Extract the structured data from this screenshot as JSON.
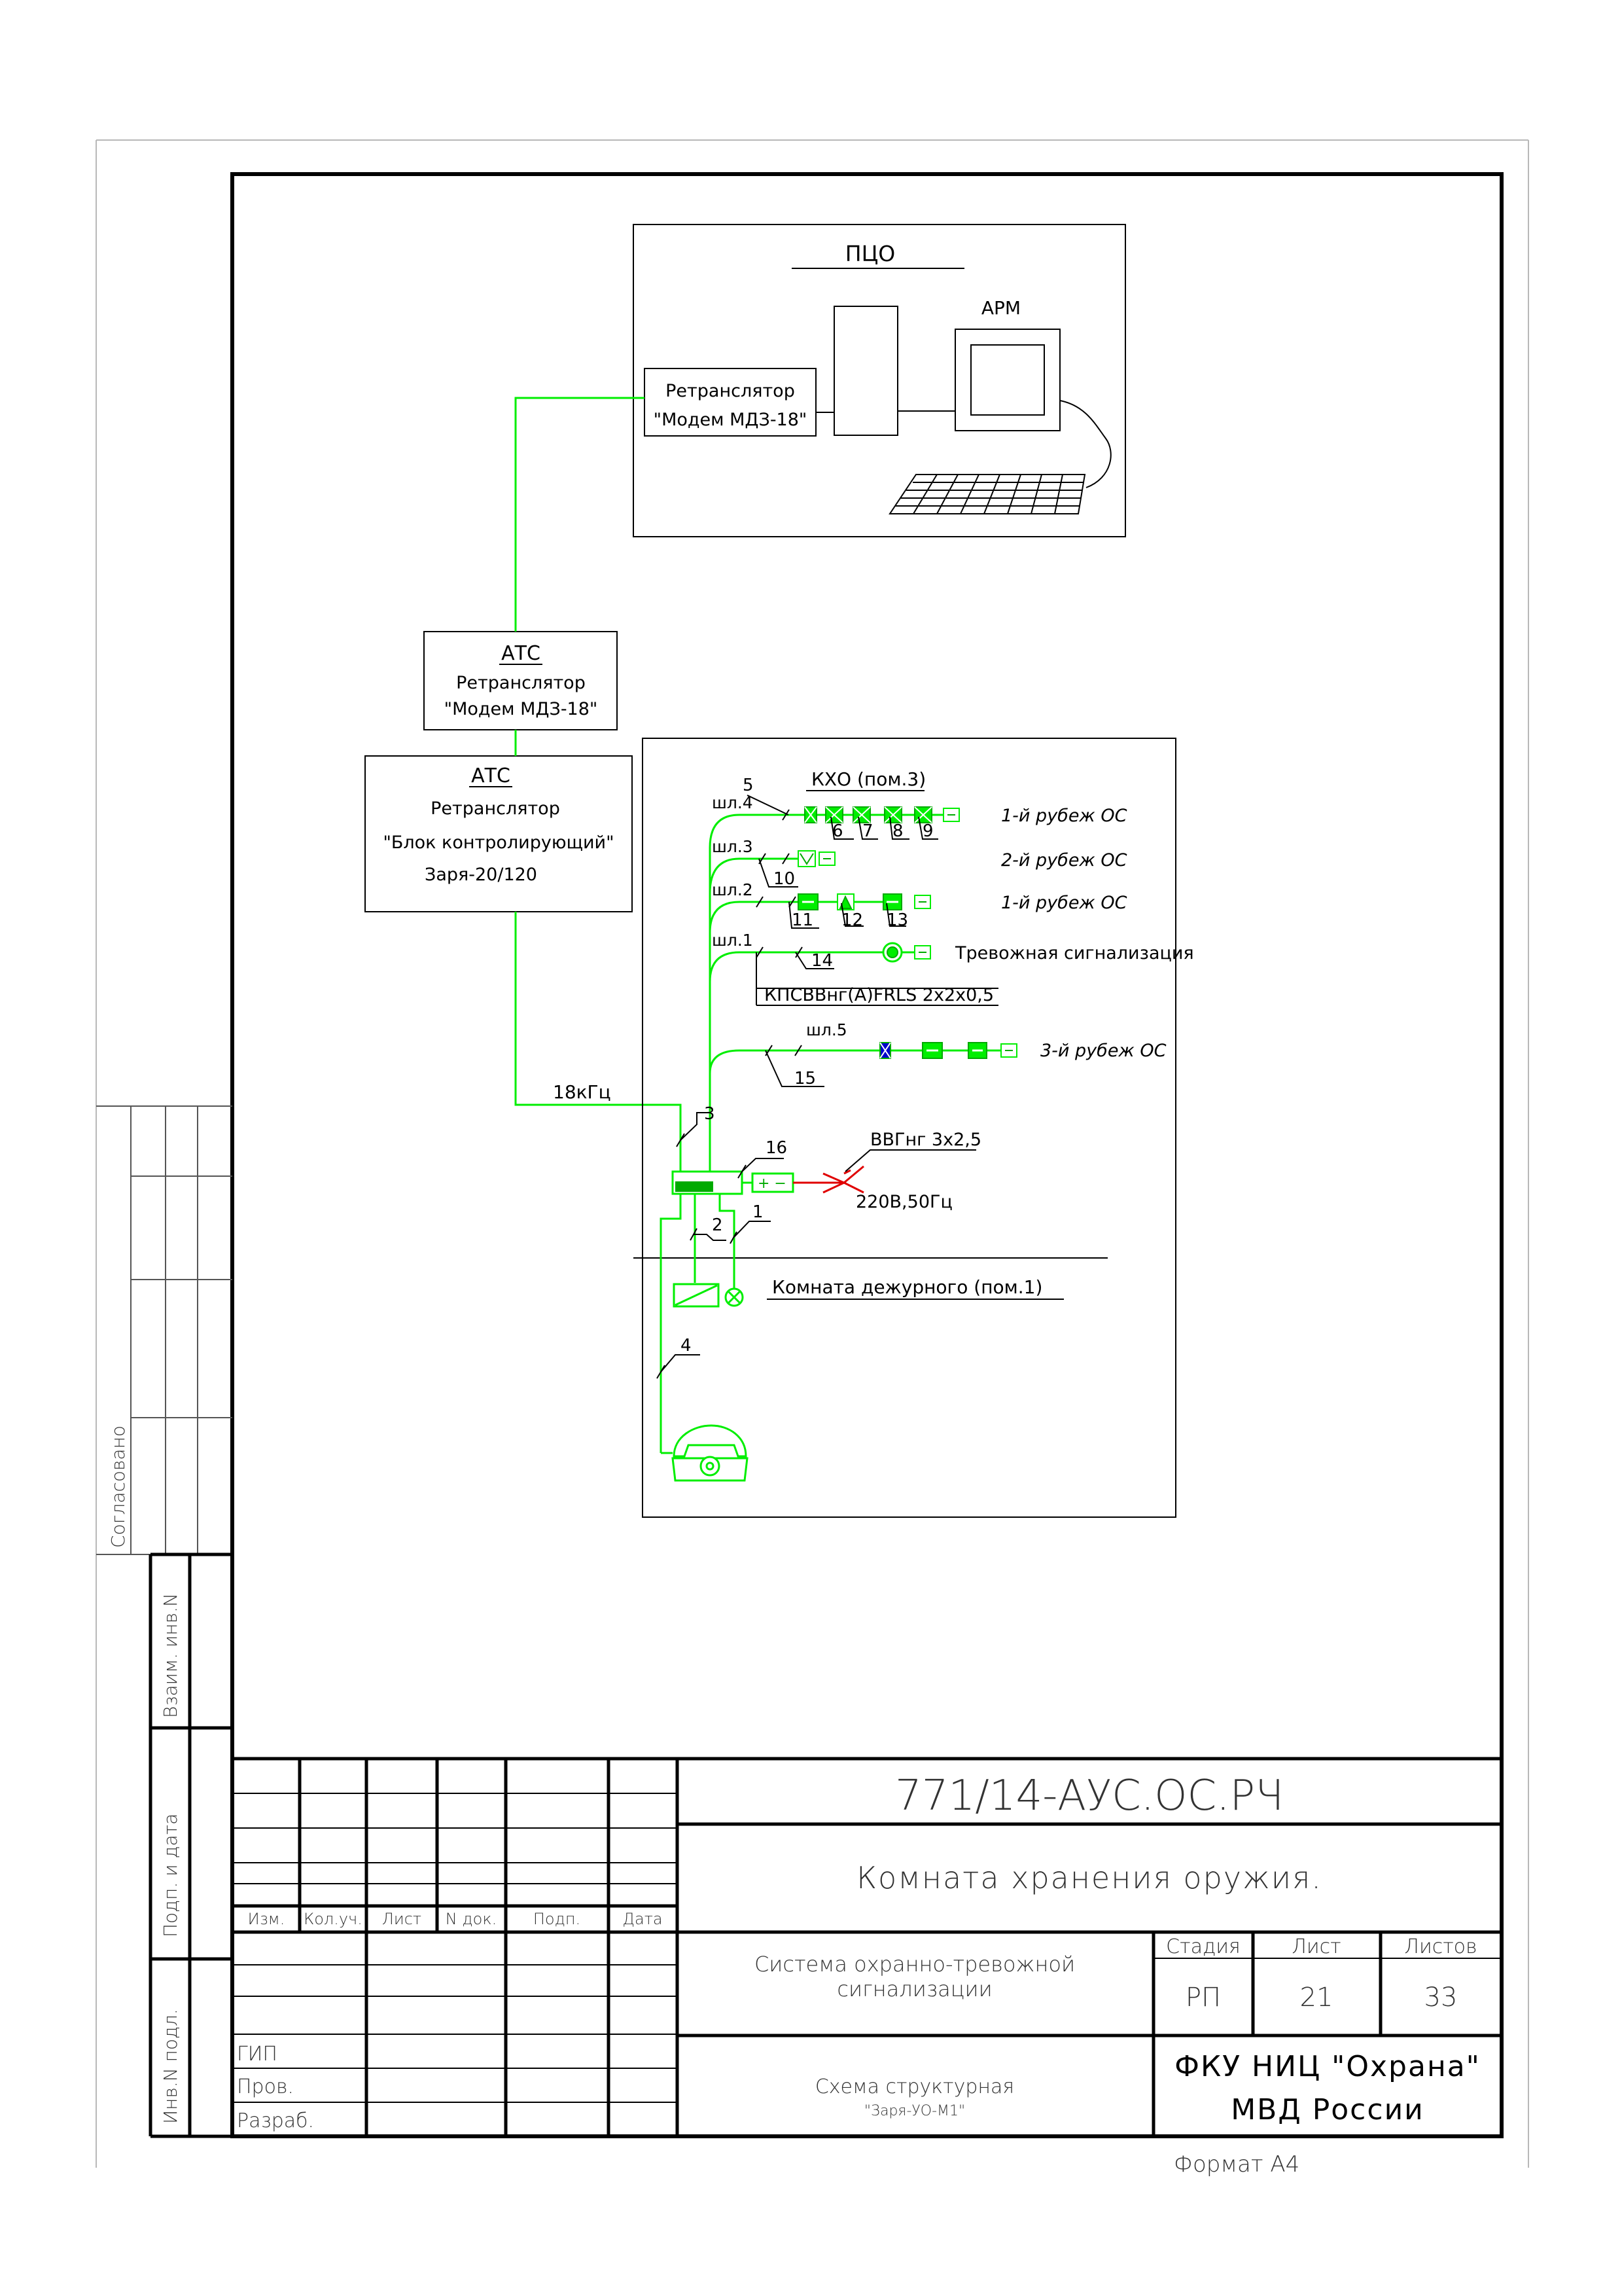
{
  "pco": {
    "title": "ПЦО",
    "arm": "АРМ",
    "rt_line1": "Ретранслятор",
    "rt_line2": "\"Модем МДЗ-18\""
  },
  "ats1": {
    "title": "АТС",
    "line1": "Ретранслятор",
    "line2": "\"Модем МДЗ-18\""
  },
  "ats2": {
    "title": "АТС",
    "line1": "Ретранслятор",
    "line2": "\"Блок контролирующий\"",
    "line3": "Заря-20/120"
  },
  "freq": "18кГц",
  "room": {
    "kho": "КХО (пом.3)",
    "lines": [
      "шл.4",
      "шл.3",
      "шл.2",
      "шл.1",
      "шл.5"
    ],
    "rubezh1": "1-й рубеж ОС",
    "rubezh2": "2-й рубеж ОС",
    "rubezh1b": "1-й рубеж ОС",
    "alarm": "Тревожная сигнализация",
    "rubezh3": "3-й рубеж ОС",
    "cable": "КПСВВнг(A)FRLS 2x2x0,5",
    "power_cable": "ВВГнг 3x2,5",
    "power": "220В,50Гц",
    "duty": "Комната дежурного (пом.1)",
    "n": [
      "5",
      "6",
      "7",
      "8",
      "9",
      "10",
      "11",
      "12",
      "13",
      "14",
      "15",
      "3",
      "16",
      "2",
      "1",
      "4"
    ]
  },
  "stamp": {
    "code": "771/14-АУС.ОС.РЧ",
    "title": "Комната хранения оружия.",
    "system": "Система охранно-тревожной",
    "system2": "сигнализации",
    "scheme": "Схема структурная",
    "scheme2": "\"Заря-УО-М1\"",
    "cols": [
      "Изм.",
      "Кол.уч.",
      "Лист",
      "N док.",
      "Подп.",
      "Дата"
    ],
    "stage_h": "Стадия",
    "sheet_h": "Лист",
    "sheets_h": "Листов",
    "stage": "РП",
    "sheet": "21",
    "sheets": "33",
    "org1": "ФКУ НИЦ \"Охрана\"",
    "org2": "МВД России",
    "roles": [
      "ГИП",
      "Пров.",
      "Разраб."
    ],
    "format": "Формат А4"
  },
  "margin": {
    "agreed": "Согласовано",
    "vzaim": "Взаим. инв.N",
    "podp": "Подп. и дата",
    "inv": "Инв.N подл."
  },
  "colors": {
    "signal": "#00ee00",
    "power": "#e00000",
    "accent": "#0000cc"
  }
}
